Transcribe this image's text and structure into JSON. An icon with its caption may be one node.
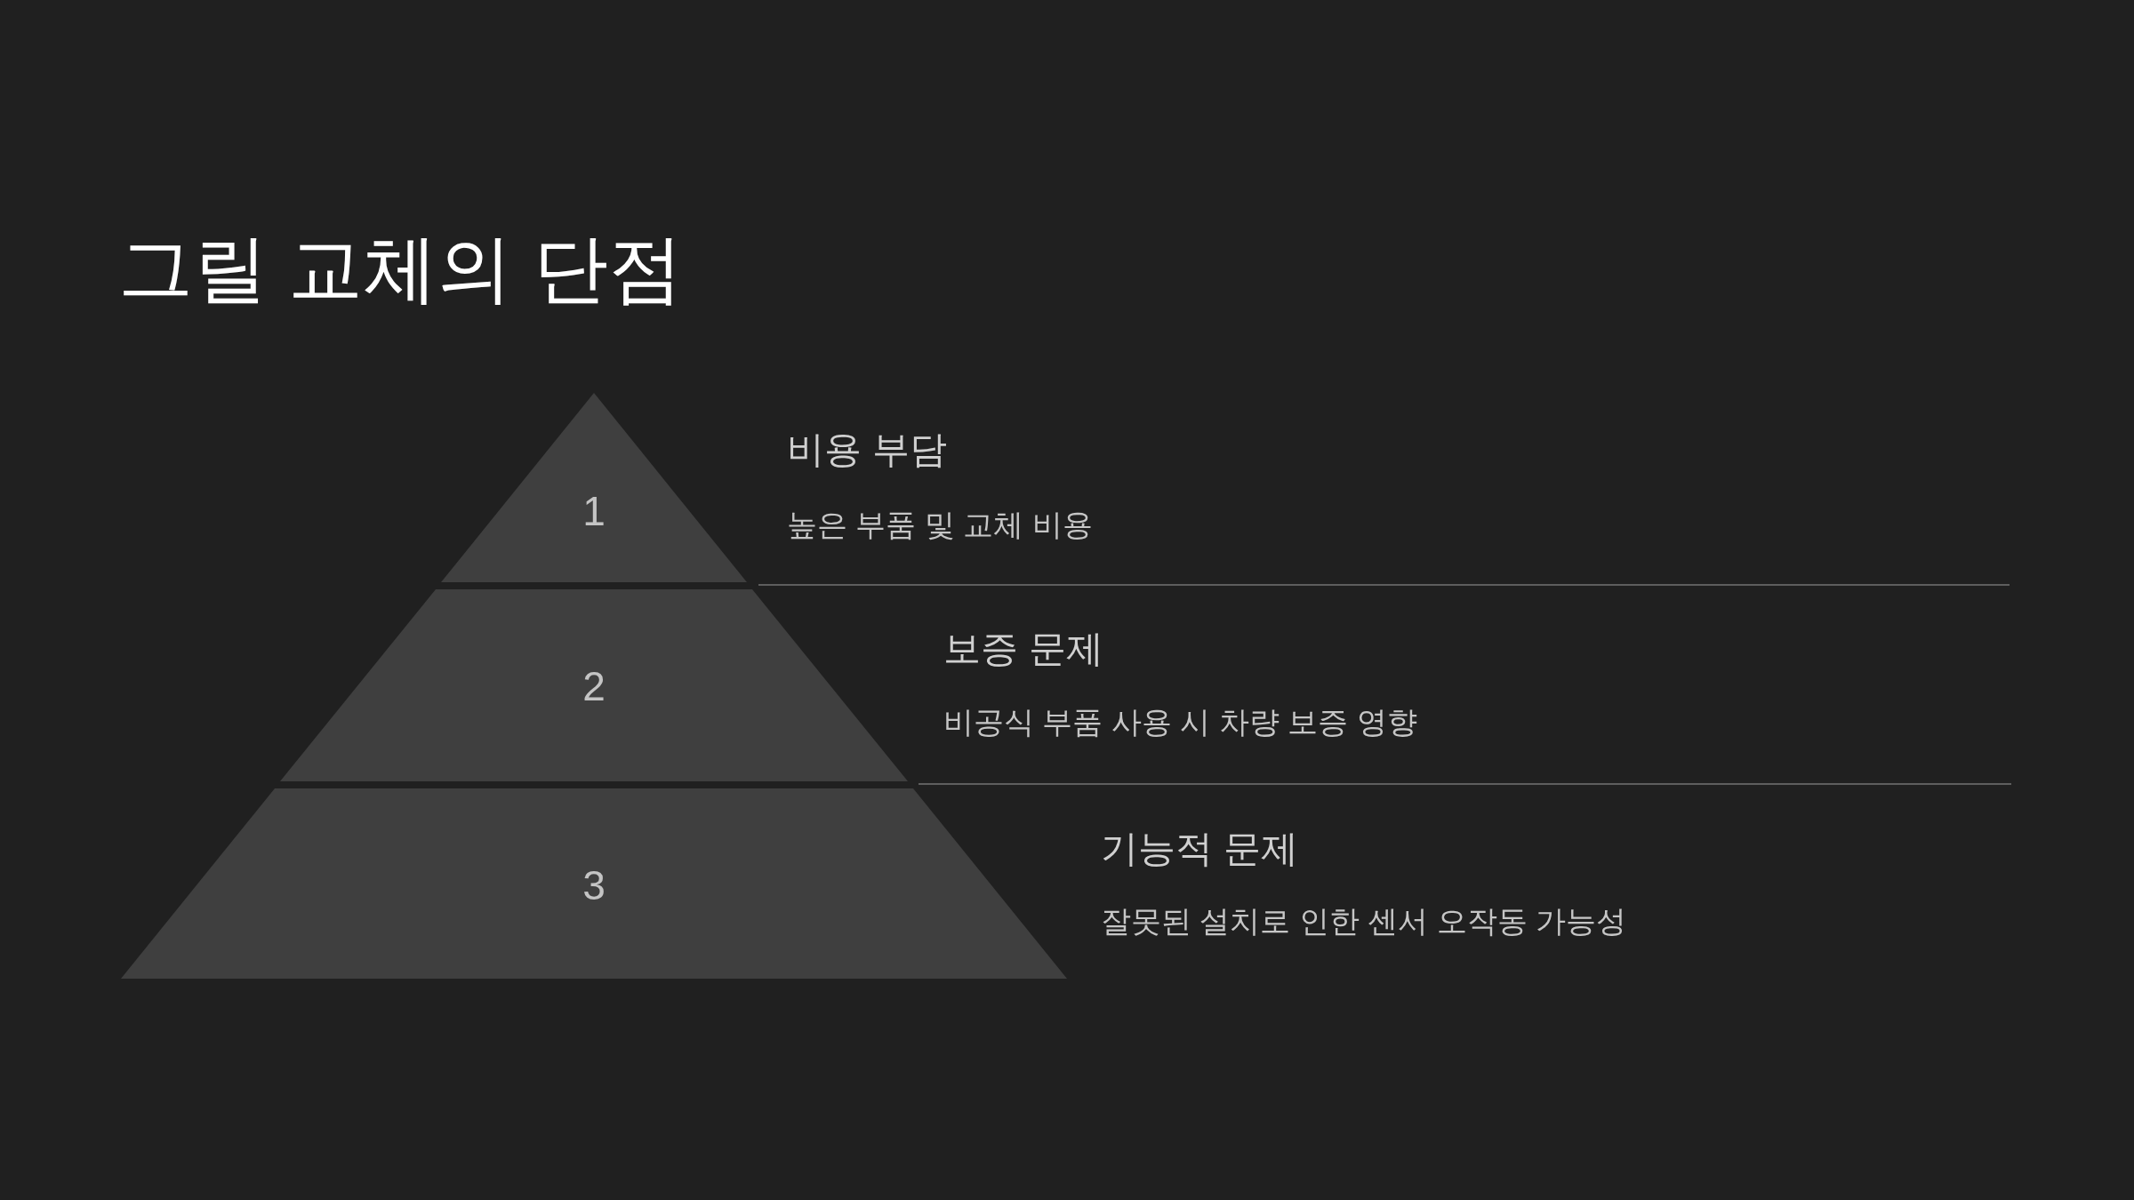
{
  "diagram": {
    "title": "그릴 교체의 단점",
    "nodes": [
      {
        "text": [
          "1"
        ],
        "beside": [
          "비용 부담",
          "높은 부품 및 교체 비용"
        ]
      },
      {
        "text": [
          "2"
        ],
        "beside": [
          "보증 문제",
          "비공식 부품 사용 시 차량 보증 영향"
        ]
      },
      {
        "text": [
          "3"
        ],
        "beside": [
          "기능적 문제",
          "잘못된 설치로 인한 센서 오작동 가능성"
        ]
      }
    ]
  }
}
